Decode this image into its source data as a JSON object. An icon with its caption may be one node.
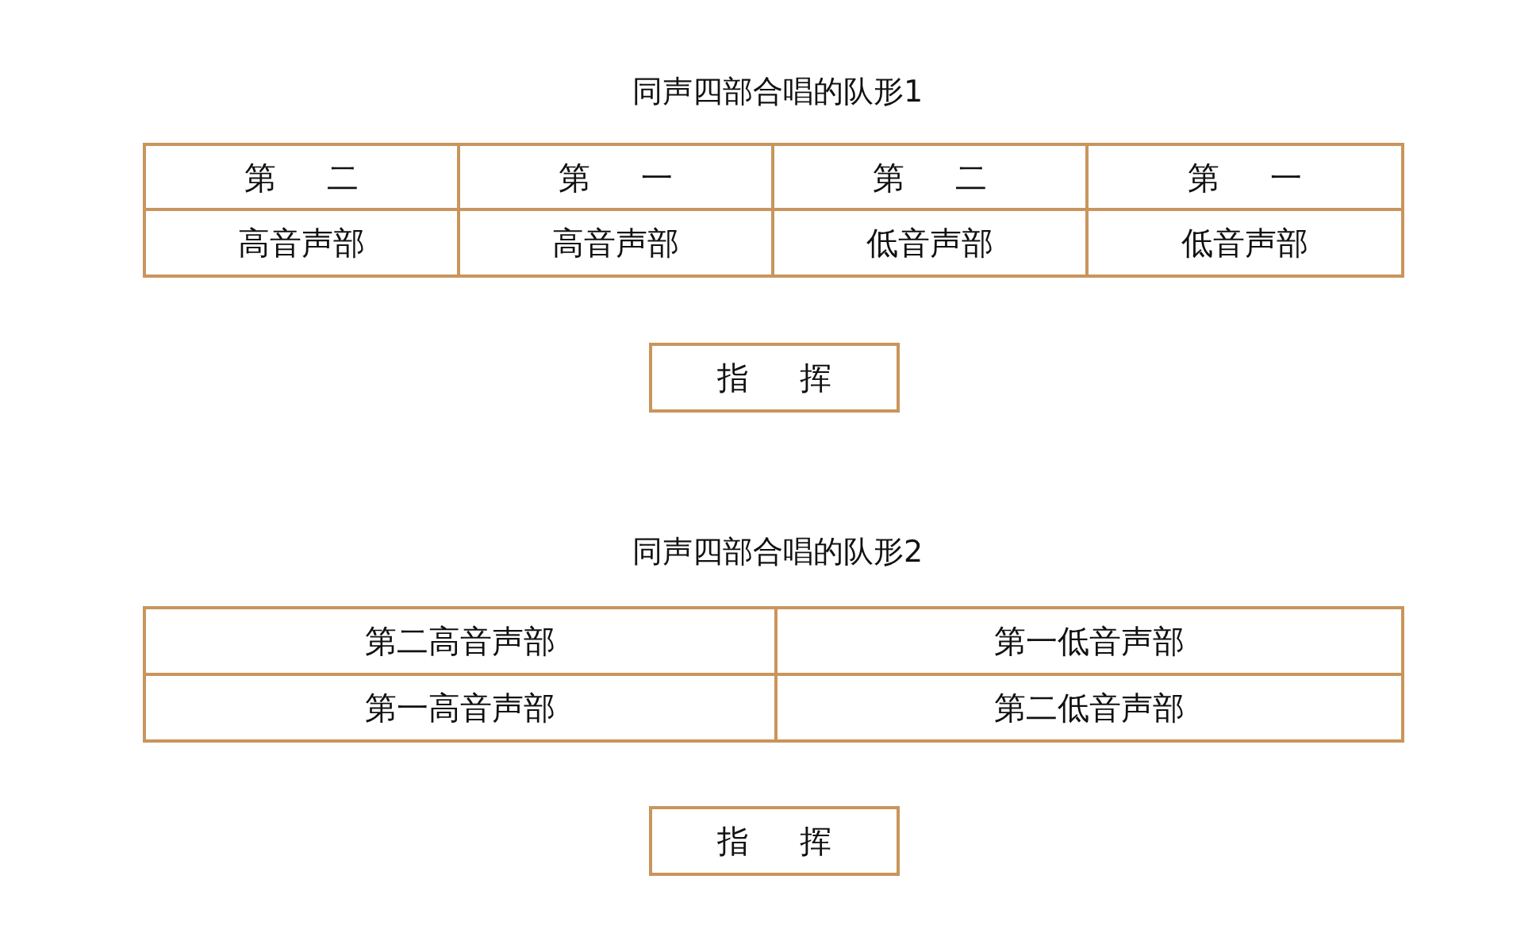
{
  "diagram": {
    "nodes": [
      {
        "text": [
          "第 二"
        ]
      },
      {
        "text": [
          "第 一"
        ]
      },
      {
        "text": [
          "第 二"
        ]
      },
      {
        "text": [
          "第 一"
        ]
      },
      {
        "text": [
          "高音声部"
        ]
      },
      {
        "text": [
          "高音声部"
        ]
      },
      {
        "text": [
          "低音声部"
        ]
      },
      {
        "text": [
          "低音声部"
        ]
      },
      {
        "text": [
          "指 挥"
        ]
      },
      {
        "text": [
          "第二高音声部"
        ]
      },
      {
        "text": [
          "第一低音声部"
        ]
      },
      {
        "text": [
          "第一高音声部"
        ]
      },
      {
        "text": [
          "第二低音声部"
        ]
      },
      {
        "text": [
          "指 挥"
        ]
      }
    ],
    "labels": [
      "同声四部合唱的队形1",
      "同声四部合唱的队形2"
    ]
  }
}
